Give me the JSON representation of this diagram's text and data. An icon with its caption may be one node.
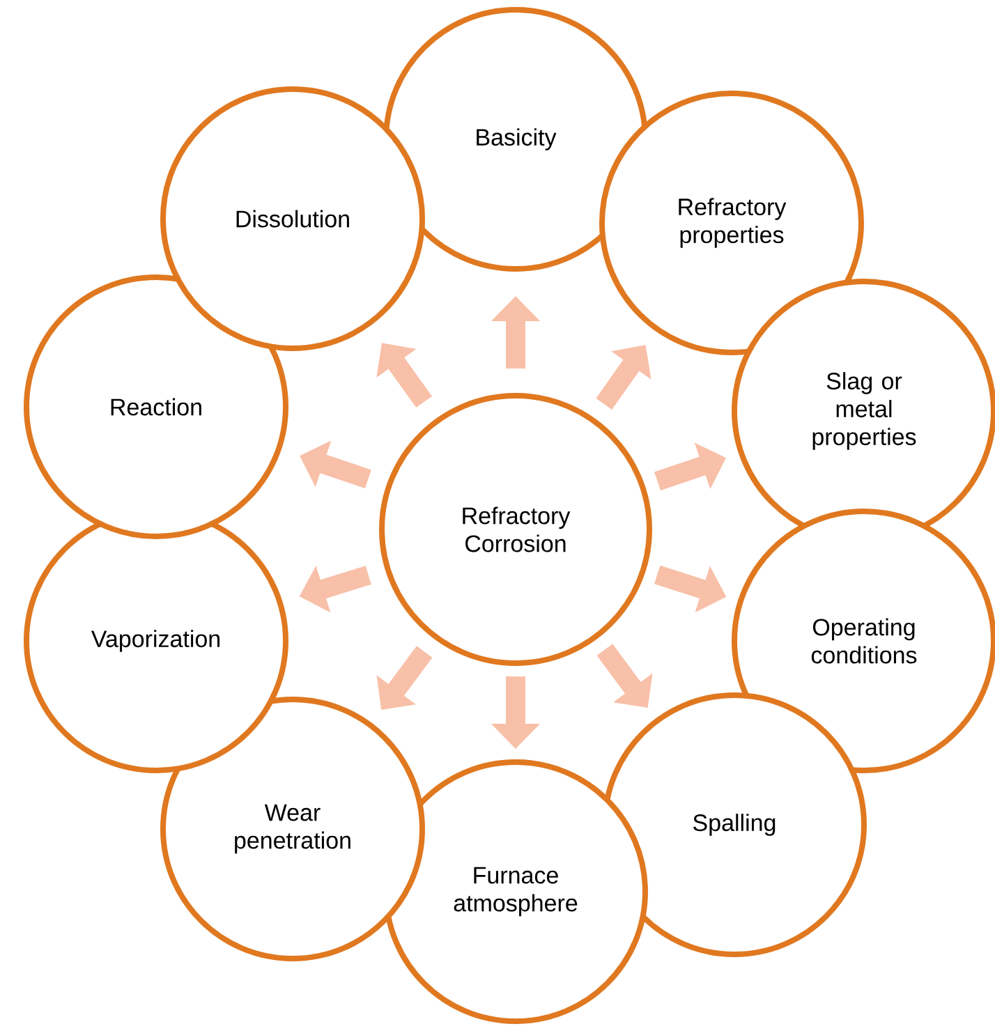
{
  "diagram": {
    "nodes": [
      {
        "text": [
          "Refractory Corrosion"
        ]
      },
      {
        "text": [
          "Basicity"
        ]
      },
      {
        "text": [
          "Refractory properties"
        ]
      },
      {
        "text": [
          "Slag or metal properties"
        ]
      },
      {
        "text": [
          "Operating conditions"
        ]
      },
      {
        "text": [
          "Spalling"
        ]
      },
      {
        "text": [
          "Furnace atmosphere"
        ]
      },
      {
        "text": [
          "Wear penetration"
        ]
      },
      {
        "text": [
          "Vaporization"
        ]
      },
      {
        "text": [
          "Reaction"
        ]
      },
      {
        "text": [
          "Dissolution"
        ]
      }
    ],
    "edges": [
      {
        "from": 0,
        "to": 1,
        "arrow": "to"
      },
      {
        "from": 0,
        "to": 2,
        "arrow": "to"
      },
      {
        "from": 0,
        "to": 3,
        "arrow": "to"
      },
      {
        "from": 0,
        "to": 4,
        "arrow": "to"
      },
      {
        "from": 0,
        "to": 5,
        "arrow": "to"
      },
      {
        "from": 0,
        "to": 6,
        "arrow": "to"
      },
      {
        "from": 0,
        "to": 7,
        "arrow": "to"
      },
      {
        "from": 0,
        "to": 8,
        "arrow": "to"
      },
      {
        "from": 0,
        "to": 9,
        "arrow": "to"
      },
      {
        "from": 0,
        "to": 10,
        "arrow": "to"
      }
    ]
  }
}
